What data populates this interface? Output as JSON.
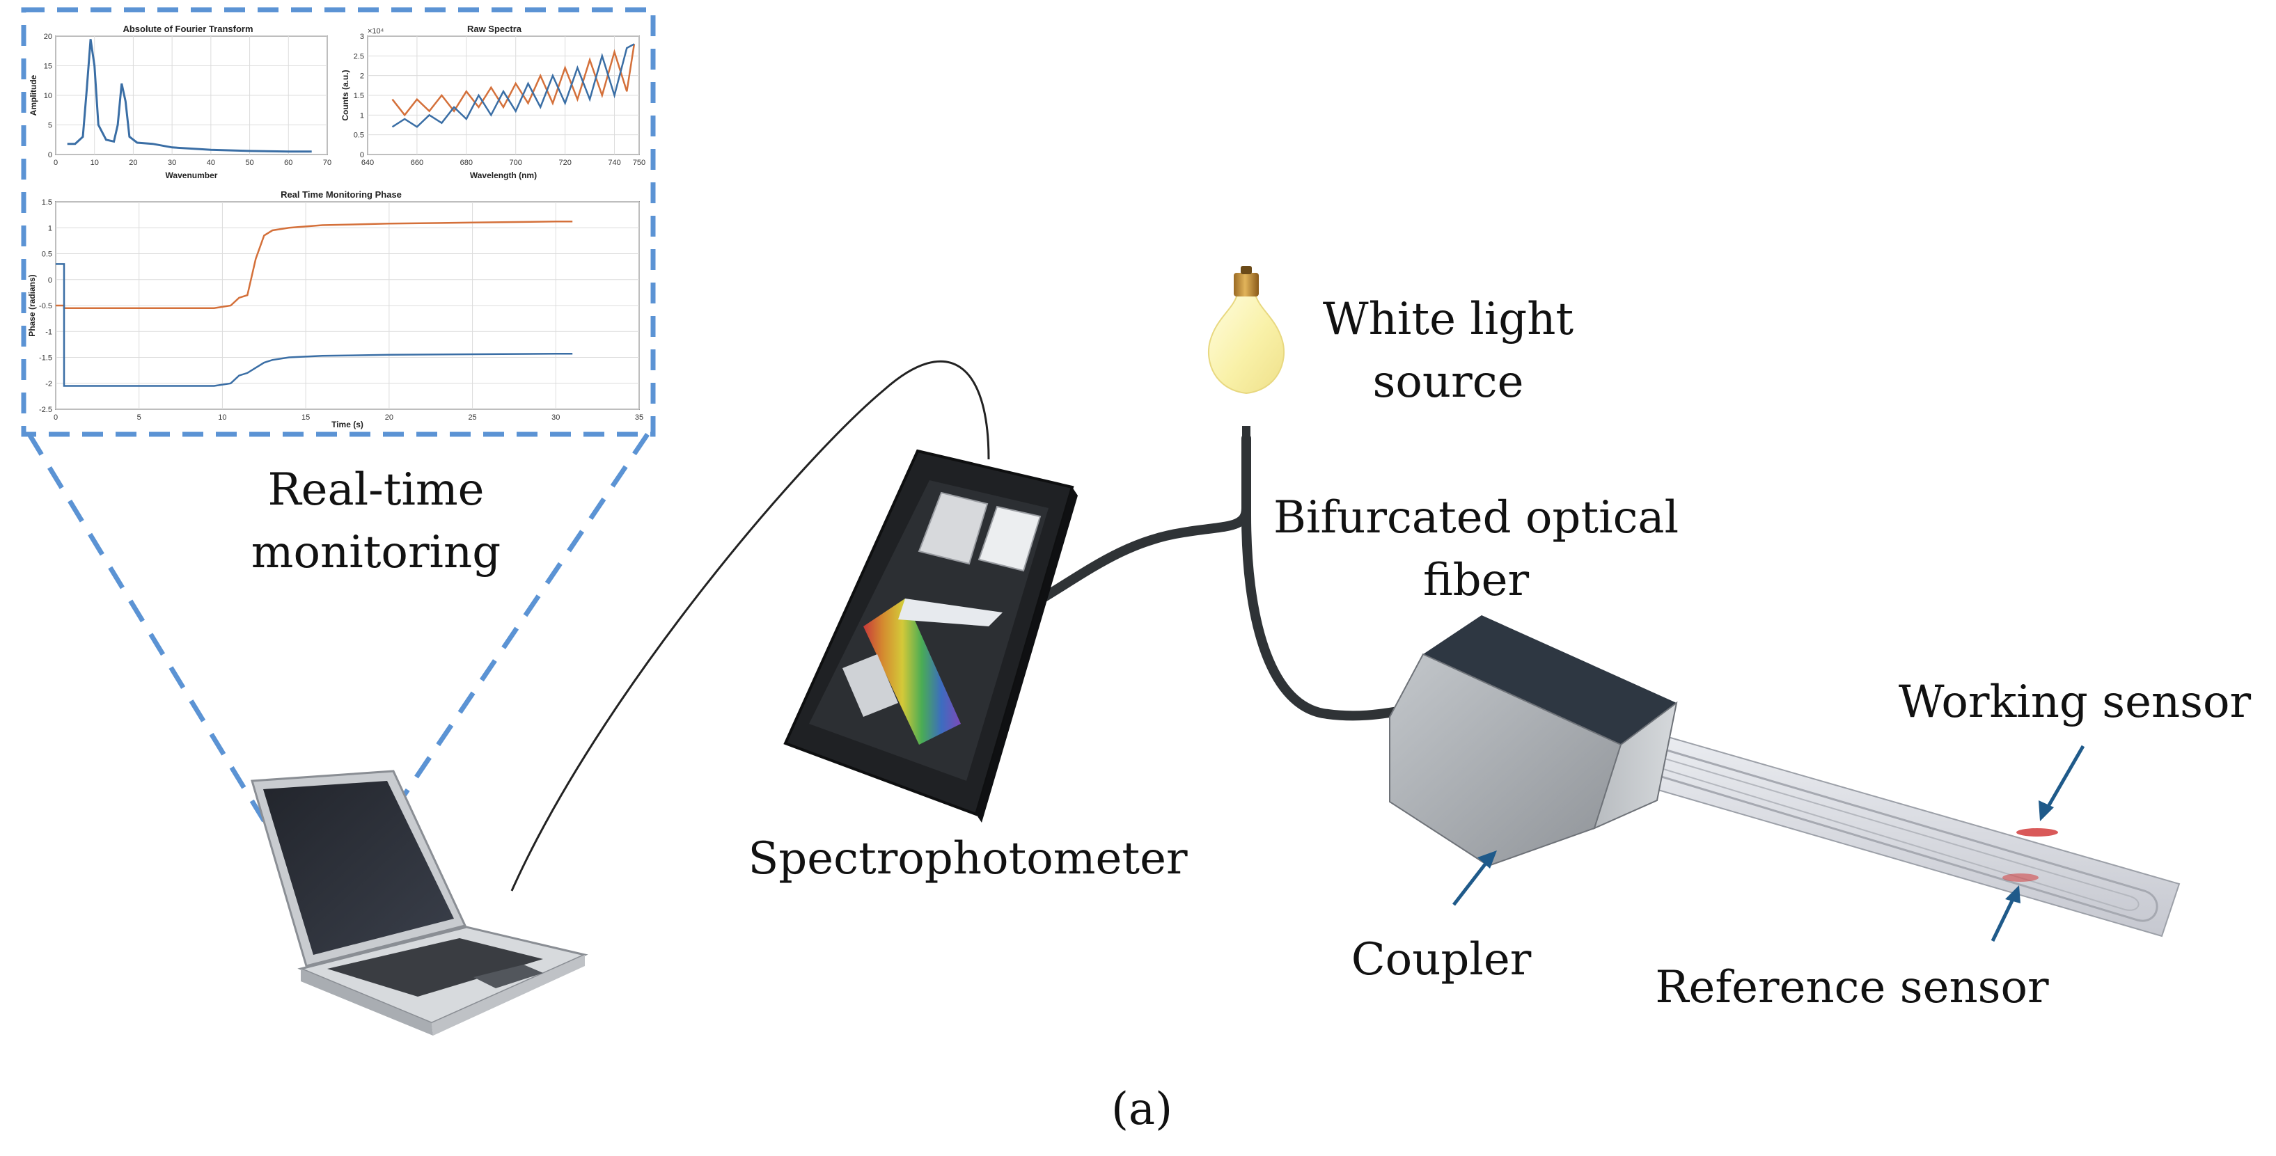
{
  "labels": {
    "monitoring": [
      "Real-time",
      "monitoring"
    ],
    "white_light": [
      "White light",
      "source"
    ],
    "fiber": [
      "Bifurcated optical",
      "fiber"
    ],
    "spectrophotometer": "Spectrophotometer",
    "coupler": "Coupler",
    "working_sensor": "Working sensor",
    "reference_sensor": "Reference sensor",
    "caption": "(a)"
  },
  "colors": {
    "dash_blue": "#5b93d4",
    "series_blue": "#3a6ea5",
    "series_orange": "#d4703a",
    "sensor_red": "#d23c3c",
    "bulb": "#fbf5b8",
    "coupler_gray": "#a9adb2"
  },
  "chart_data": [
    {
      "type": "line",
      "title": "Absolute of Fourier Transform",
      "xlabel": "Wavenumber",
      "ylabel": "Amplitude",
      "xlim": [
        0,
        70
      ],
      "ylim": [
        0,
        20
      ],
      "xticks": [
        "0",
        "10",
        "20",
        "30",
        "40",
        "50",
        "60",
        "70"
      ],
      "yticks": [
        "0",
        "5",
        "10",
        "15",
        "20"
      ],
      "series": [
        {
          "x": [
            3,
            5,
            7,
            8,
            9,
            10,
            11,
            13,
            15,
            16,
            17,
            18,
            19,
            21,
            25,
            30,
            40,
            50,
            60,
            66
          ],
          "y": [
            1.8,
            1.8,
            3,
            11,
            19.5,
            15,
            5,
            2.5,
            2.2,
            5,
            12,
            9,
            3,
            2,
            1.8,
            1.2,
            0.8,
            0.6,
            0.5,
            0.5
          ]
        }
      ]
    },
    {
      "type": "line",
      "title": "Raw Spectra",
      "xlabel": "Wavelength (nm)",
      "ylabel": "Counts (a.u.)",
      "multiplier": "×10⁴",
      "xlim": [
        640,
        750
      ],
      "ylim": [
        0,
        3
      ],
      "xticks": [
        "640",
        "660",
        "680",
        "700",
        "720",
        "740",
        "750"
      ],
      "yticks": [
        "0",
        "0.5",
        "1",
        "1.5",
        "2",
        "2.5",
        "3"
      ],
      "series": [
        {
          "x": [
            650,
            655,
            660,
            665,
            670,
            675,
            680,
            685,
            690,
            695,
            700,
            705,
            710,
            715,
            720,
            725,
            730,
            735,
            740,
            745,
            748
          ],
          "y": [
            1.4,
            1.0,
            1.4,
            1.1,
            1.5,
            1.1,
            1.6,
            1.2,
            1.7,
            1.2,
            1.8,
            1.3,
            2.0,
            1.3,
            2.2,
            1.4,
            2.4,
            1.5,
            2.6,
            1.6,
            2.8
          ]
        },
        {
          "x": [
            650,
            655,
            660,
            665,
            670,
            675,
            680,
            685,
            690,
            695,
            700,
            705,
            710,
            715,
            720,
            725,
            730,
            735,
            740,
            745,
            748
          ],
          "y": [
            0.7,
            0.9,
            0.7,
            1.0,
            0.8,
            1.2,
            0.9,
            1.5,
            1.0,
            1.6,
            1.1,
            1.8,
            1.2,
            2.0,
            1.3,
            2.2,
            1.4,
            2.5,
            1.5,
            2.7,
            2.8
          ]
        }
      ]
    },
    {
      "type": "line",
      "title": "Real Time Monitoring Phase",
      "xlabel": "Time (s)",
      "ylabel": "Phase (radians)",
      "xlim": [
        0,
        35
      ],
      "ylim": [
        -2.5,
        1.5
      ],
      "xticks": [
        "0",
        "5",
        "10",
        "15",
        "20",
        "25",
        "30",
        "35"
      ],
      "yticks": [
        "-2.5",
        "-2",
        "-1.5",
        "-1",
        "-0.5",
        "0",
        "0.5",
        "1",
        "1.5"
      ],
      "series": [
        {
          "x": [
            0,
            0.5,
            0.5,
            9.5,
            10.5,
            11.0,
            11.5,
            12.0,
            12.5,
            13.0,
            14,
            16,
            20,
            25,
            30,
            31
          ],
          "y": [
            -0.5,
            -0.5,
            -0.55,
            -0.55,
            -0.5,
            -0.35,
            -0.3,
            0.4,
            0.85,
            0.95,
            1.0,
            1.05,
            1.08,
            1.1,
            1.12,
            1.12
          ]
        },
        {
          "x": [
            0,
            0.5,
            0.5,
            9.5,
            10.5,
            11.0,
            11.5,
            12.0,
            12.5,
            13.0,
            14,
            16,
            20,
            25,
            30,
            31
          ],
          "y": [
            0.3,
            0.3,
            -2.05,
            -2.05,
            -2.0,
            -1.85,
            -1.8,
            -1.7,
            -1.6,
            -1.55,
            -1.5,
            -1.47,
            -1.45,
            -1.44,
            -1.43,
            -1.43
          ]
        }
      ]
    }
  ]
}
